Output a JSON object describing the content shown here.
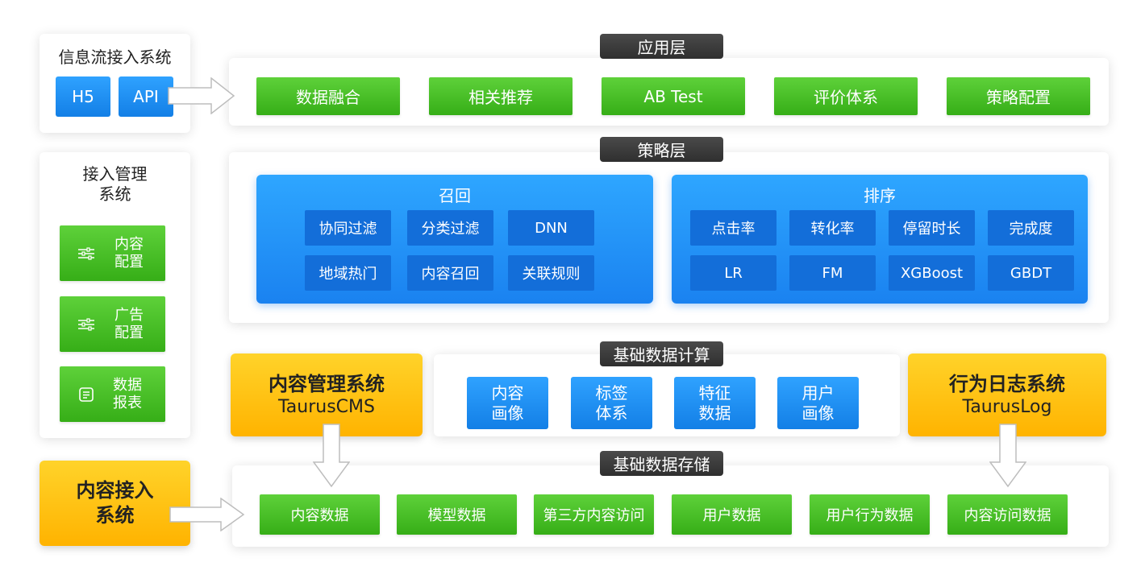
{
  "info_flow": {
    "title": "信息流接入系统",
    "h5": "H5",
    "api": "API"
  },
  "access_mgmt": {
    "title_line1": "接入管理",
    "title_line2": "系统",
    "items": [
      {
        "line1": "内容",
        "line2": "配置",
        "icon": "sliders-icon"
      },
      {
        "line1": "广告",
        "line2": "配置",
        "icon": "sliders-icon"
      },
      {
        "line1": "数据",
        "line2": "报表",
        "icon": "report-icon"
      }
    ]
  },
  "content_access": {
    "line1": "内容接入",
    "line2": "系统"
  },
  "app_layer": {
    "label": "应用层",
    "items": [
      "数据融合",
      "相关推荐",
      "AB Test",
      "评价体系",
      "策略配置"
    ]
  },
  "strategy_layer": {
    "label": "策略层",
    "recall": {
      "title": "召回",
      "items": [
        "协同过滤",
        "分类过滤",
        "DNN",
        "地域热门",
        "内容召回",
        "关联规则"
      ]
    },
    "ranking": {
      "title": "排序",
      "items": [
        "点击率",
        "转化率",
        "停留时长",
        "完成度",
        "LR",
        "FM",
        "XGBoost",
        "GBDT"
      ]
    }
  },
  "cms": {
    "title": "内容管理系统",
    "subtitle": "TaurusCMS"
  },
  "log_system": {
    "title": "行为日志系统",
    "subtitle": "TaurusLog"
  },
  "compute": {
    "label": "基础数据计算",
    "items": [
      {
        "line1": "内容",
        "line2": "画像"
      },
      {
        "line1": "标签",
        "line2": "体系"
      },
      {
        "line1": "特征",
        "line2": "数据"
      },
      {
        "line1": "用户",
        "line2": "画像"
      }
    ]
  },
  "storage": {
    "label": "基础数据存储",
    "items": [
      "内容数据",
      "模型数据",
      "第三方内容访问",
      "用户数据",
      "用户行为数据",
      "内容访问数据"
    ]
  },
  "colors": {
    "green": "#3cb61c",
    "blue": "#1a86f0",
    "dark_blue": "#136ed9",
    "orange": "#ffc107",
    "pill": "#3a3a3a"
  }
}
